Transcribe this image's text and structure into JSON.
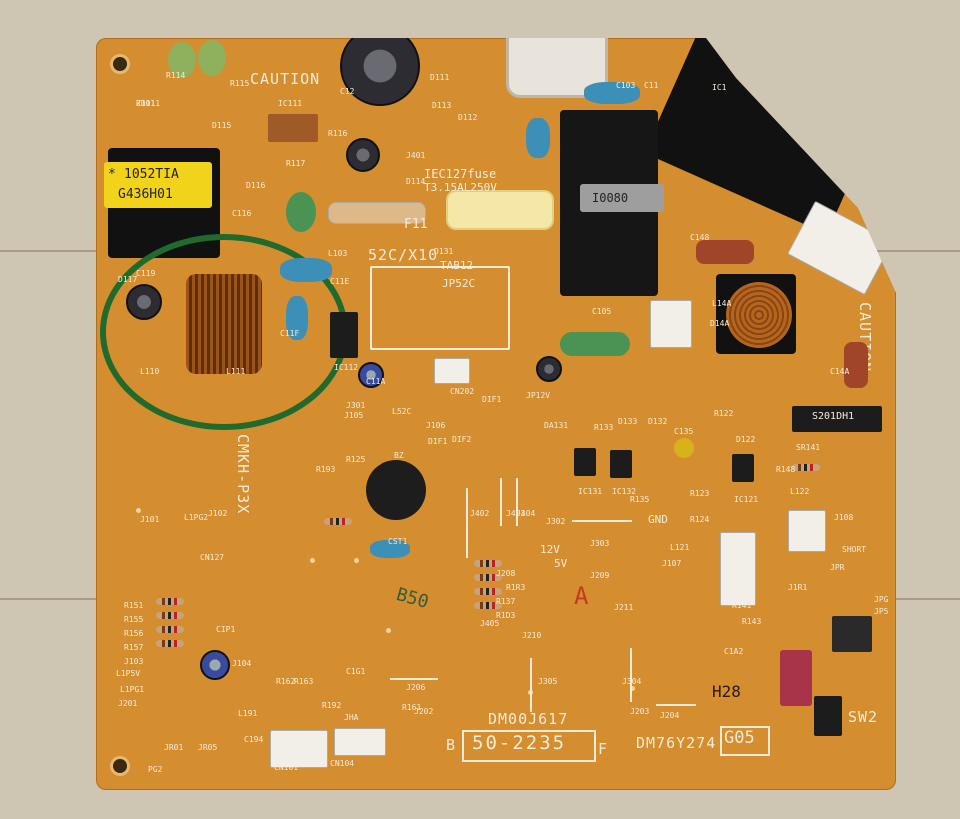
{
  "labels": {
    "caution_top": "CAUTION",
    "caution_right": "CAUTION",
    "fuse_label": "IEC127fuse",
    "fuse_rating": "T3.15AL250V",
    "transformer_top": "*",
    "transformer_code1": "1052TIA",
    "transformer_code2": "G436H01",
    "choke_code": "I0080",
    "relay_label": "52C/X10",
    "sr141_chip": "S201DH1",
    "cmkh": "CMKH-P3X",
    "model_board": "DM00J617",
    "model_number": "DM76Y274",
    "serial": "50-2235",
    "g_code": "G05",
    "h_code": "H28",
    "sw2": "SW2",
    "b_mark": "B",
    "f_mark": "F",
    "gnd": "GND",
    "v12": "12V",
    "v5": "5V",
    "hand_b50": "B50",
    "hand_a": "A",
    "f11": "F11",
    "jp52c": "JP52C",
    "tab12": "TAB12"
  },
  "refdes": [
    "ZD111",
    "R114",
    "R115",
    "IC111",
    "D115",
    "D111",
    "D113",
    "D112",
    "C12",
    "R116",
    "R117",
    "D116",
    "J401",
    "D114",
    "C116",
    "C119",
    "L111",
    "C11F",
    "C11E",
    "L103",
    "D131",
    "D117",
    "L110",
    "IC112",
    "C11A",
    "J301",
    "J105",
    "L52C",
    "J106",
    "DIF1",
    "DIF2",
    "DIF1",
    "JP12V",
    "DA131",
    "R133",
    "D133",
    "D132",
    "C135",
    "R122",
    "SR141",
    "D122",
    "C14A",
    "C148",
    "C103",
    "C11",
    "IC131",
    "IC132",
    "IC121",
    "R135",
    "R123",
    "R124",
    "R148",
    "L122",
    "J108",
    "R193",
    "R125",
    "BZ",
    "CST1",
    "J402",
    "J403",
    "J404",
    "J302",
    "J303",
    "J209",
    "J208",
    "R1R3",
    "R137",
    "R1D3",
    "J405",
    "J211",
    "J210",
    "J305",
    "J304",
    "J203",
    "J204",
    "J202",
    "J206",
    "J107",
    "L121",
    "J102",
    "J101",
    "L1PG2",
    "CN127",
    "R151",
    "R155",
    "R156",
    "R157",
    "J103",
    "L1P5V",
    "L1PG1",
    "J201",
    "CIP1",
    "J104",
    "C194",
    "CN101",
    "CN104",
    "JHA",
    "JR01",
    "JR05",
    "PG2",
    "R192",
    "R161",
    "R162",
    "R163",
    "L191",
    "C1G1",
    "R141",
    "R143",
    "C1A2",
    "J1R1",
    "JPG",
    "JP5",
    "JPR",
    "SHORT",
    "L14A",
    "D14A",
    "CN202",
    "IC1",
    "C105",
    "R101"
  ]
}
